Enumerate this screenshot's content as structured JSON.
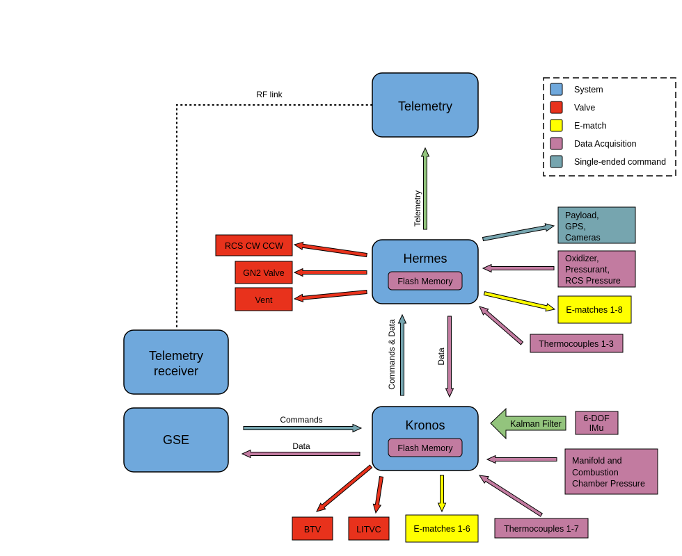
{
  "colors": {
    "system": "#6fa8dc",
    "valve": "#e8321c",
    "ematch": "#ffff00",
    "data_acquisition": "#c27ba0",
    "single_ended_command": "#76a5af",
    "kalman": "#93c47d"
  },
  "nodes": {
    "telemetry": "Telemetry",
    "hermes": "Hermes",
    "hermes_flash": "Flash Memory",
    "kronos": "Kronos",
    "kronos_flash": "Flash Memory",
    "telemetry_receiver_l1": "Telemetry",
    "telemetry_receiver_l2": "receiver",
    "gse": "GSE",
    "rcs": "RCS CW CCW",
    "gn2": "GN2 Valve",
    "vent": "Vent",
    "payload_l1": "Payload,",
    "payload_l2": "GPS,",
    "payload_l3": "Cameras",
    "oxidizer_l1": "Oxidizer,",
    "oxidizer_l2": "Pressurant,",
    "oxidizer_l3": "RCS Pressure",
    "ematches_hermes": "E-matches 1-8",
    "thermo_hermes": "Thermocouples 1-3",
    "kalman": "Kalman Filter",
    "imu_l1": "6-DOF",
    "imu_l2": "IMu",
    "manifold_l1": "Manifold and",
    "manifold_l2": "Combustion",
    "manifold_l3": "Chamber Pressure",
    "btv": "BTV",
    "litvc": "LITVC",
    "ematches_kronos": "E-matches 1-6",
    "thermo_kronos": "Thermocouples 1-7"
  },
  "edge_labels": {
    "rf_link": "RF link",
    "telemetry": "Telemetry",
    "commands_data": "Commands & Data",
    "data_down": "Data",
    "commands": "Commands",
    "data_back": "Data"
  },
  "legend": {
    "items": [
      {
        "label": "System",
        "color": "#6fa8dc"
      },
      {
        "label": "Valve",
        "color": "#e8321c"
      },
      {
        "label": "E-match",
        "color": "#ffff00"
      },
      {
        "label": "Data Acquisition",
        "color": "#c27ba0"
      },
      {
        "label": "Single-ended command",
        "color": "#76a5af"
      }
    ]
  }
}
